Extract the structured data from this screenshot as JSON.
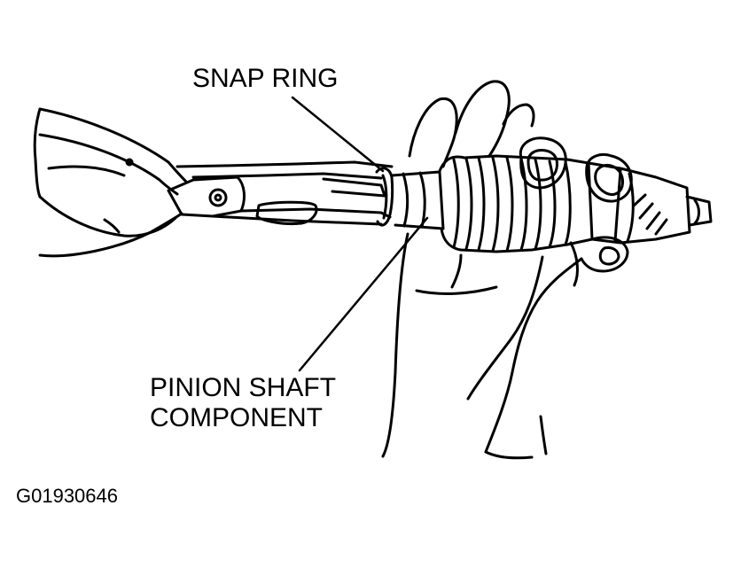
{
  "labels": {
    "snap_ring": "SNAP RING",
    "pinion_line1": "PINION SHAFT",
    "pinion_line2": "COMPONENT"
  },
  "figure_id": "G01930646",
  "colors": {
    "ink": "#000000",
    "paper": "#ffffff"
  }
}
